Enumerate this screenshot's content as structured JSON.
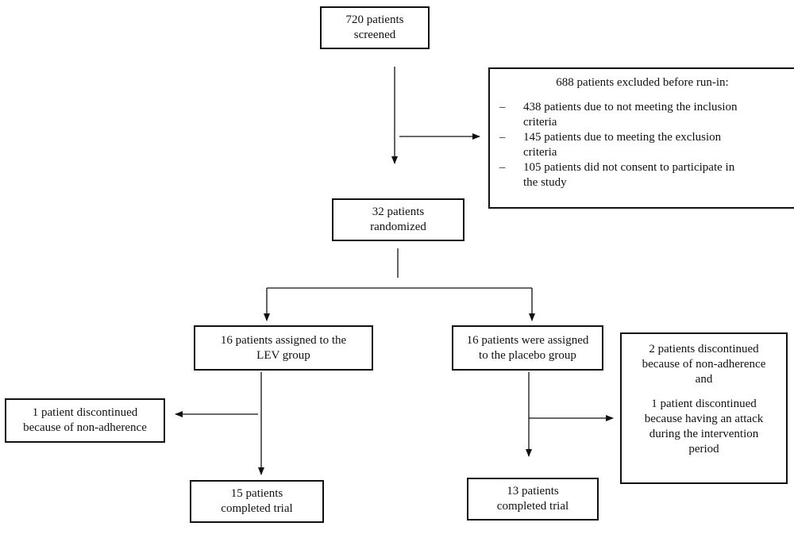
{
  "nodes": {
    "screened": {
      "lines": [
        "720 patients",
        "screened"
      ]
    },
    "excluded": {
      "title": "688 patients excluded before run-in:",
      "bullet": "–",
      "items": [
        [
          "438 patients due to not meeting the inclusion",
          "criteria"
        ],
        [
          "145 patients due to meeting the exclusion",
          "criteria"
        ],
        [
          "105 patients did not consent to participate in",
          "the study"
        ]
      ]
    },
    "randomized": {
      "lines": [
        "32 patients",
        "randomized"
      ]
    },
    "lev_group": {
      "lines": [
        "16 patients assigned to the",
        "LEV group"
      ]
    },
    "placebo_group": {
      "lines": [
        "16 patients were assigned",
        "to the placebo group"
      ]
    },
    "lev_discontinued": {
      "lines": [
        "1 patient discontinued",
        "because of non-adherence"
      ]
    },
    "placebo_discontinued": {
      "part1": [
        "2 patients discontinued",
        "because of non-adherence"
      ],
      "connector": "and",
      "part2": [
        "1 patient discontinued",
        "because having an attack",
        "during the intervention",
        "period"
      ]
    },
    "lev_completed": {
      "lines": [
        "15 patients",
        "completed trial"
      ]
    },
    "placebo_completed": {
      "lines": [
        "13 patients",
        "completed trial"
      ]
    }
  }
}
